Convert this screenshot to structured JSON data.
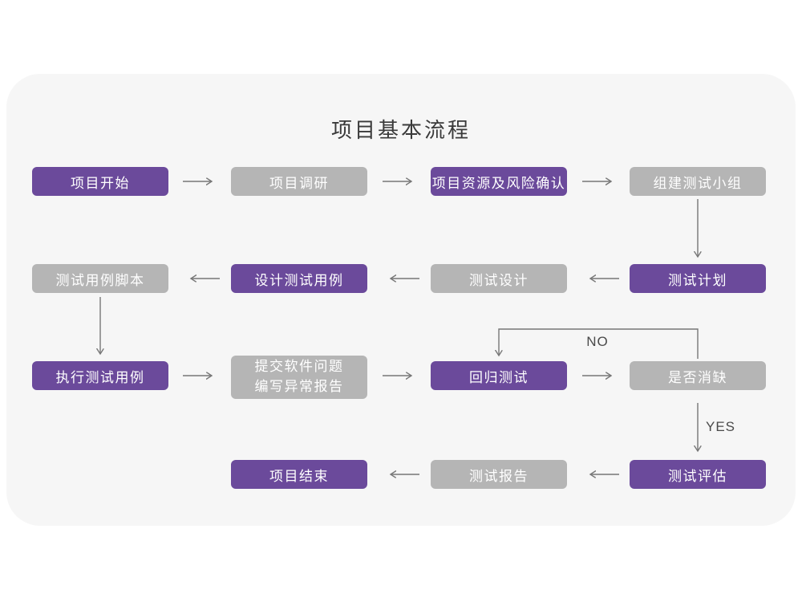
{
  "title": "项目基本流程",
  "colors": {
    "purple": "#6b4a9b",
    "gray": "#b5b5b5",
    "card_bg": "#f6f6f6",
    "arrow": "#777777",
    "title_text": "#3a3a3a",
    "node_text": "#ffffff"
  },
  "nodes": {
    "start": {
      "label": "项目开始",
      "variant": "purple"
    },
    "research": {
      "label": "项目调研",
      "variant": "gray"
    },
    "risk": {
      "label": "项目资源及风险确认",
      "variant": "purple"
    },
    "team": {
      "label": "组建测试小组",
      "variant": "gray"
    },
    "case_script": {
      "label": "测试用例脚本",
      "variant": "gray"
    },
    "design_case": {
      "label": "设计测试用例",
      "variant": "purple"
    },
    "test_design": {
      "label": "测试设计",
      "variant": "gray"
    },
    "plan": {
      "label": "测试计划",
      "variant": "purple"
    },
    "execute": {
      "label": "执行测试用例",
      "variant": "purple"
    },
    "submit": {
      "label": "提交软件问题\n编写异常报告",
      "variant": "gray"
    },
    "regression": {
      "label": "回归测试",
      "variant": "purple"
    },
    "defect_check": {
      "label": "是否消缺",
      "variant": "gray"
    },
    "end": {
      "label": "项目结束",
      "variant": "purple"
    },
    "report": {
      "label": "测试报告",
      "variant": "gray"
    },
    "evaluate": {
      "label": "测试评估",
      "variant": "purple"
    }
  },
  "edge_labels": {
    "no": "NO",
    "yes": "YES"
  }
}
